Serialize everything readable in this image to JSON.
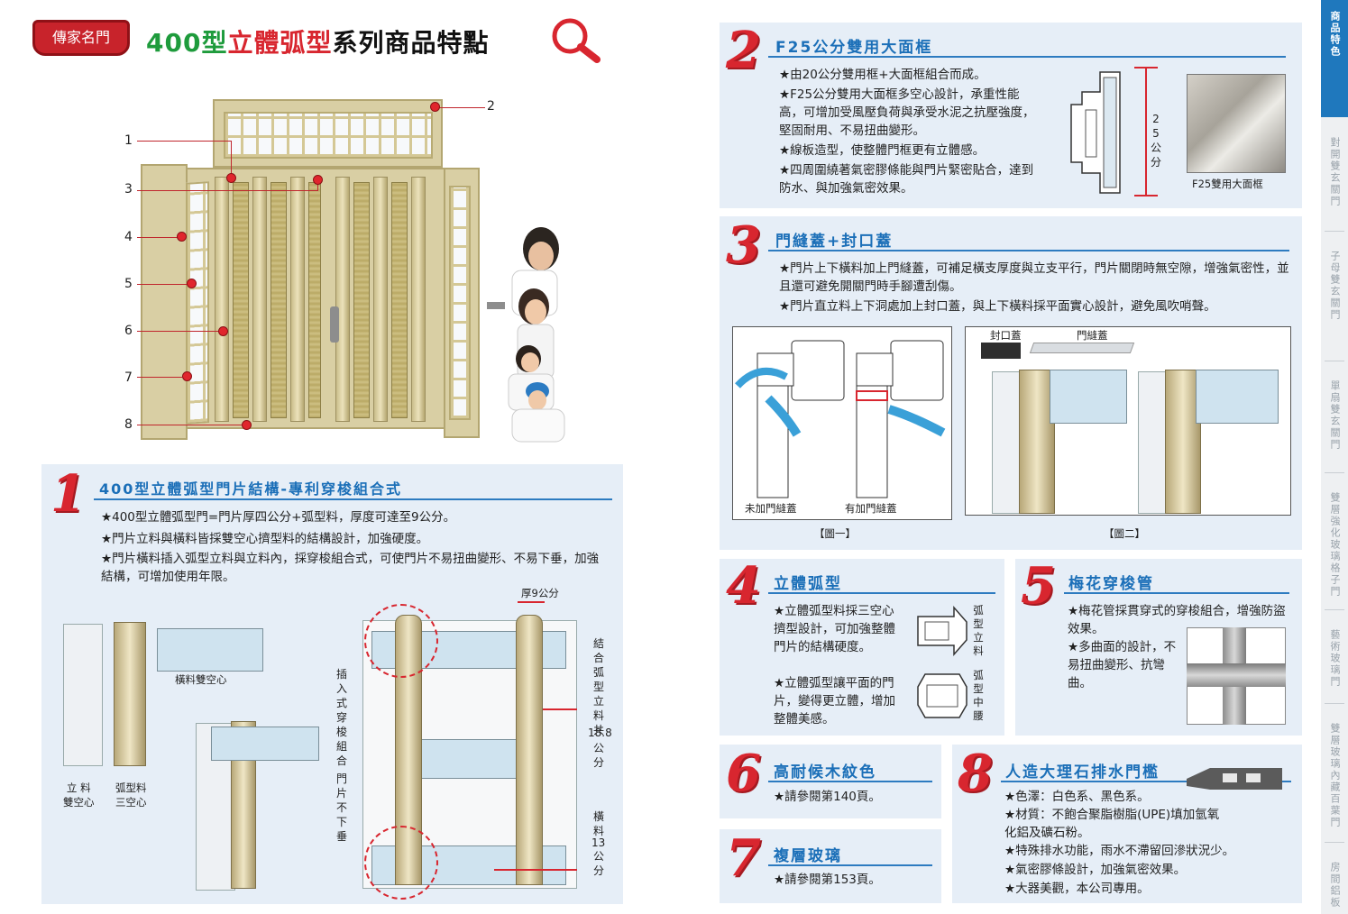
{
  "header": {
    "logo_text": "傳家名門",
    "title_part1": "400型",
    "title_part2": "立體弧型",
    "title_part3": "系列商品特點"
  },
  "door_callouts": [
    "1",
    "2",
    "3",
    "4",
    "5",
    "6",
    "7",
    "8"
  ],
  "section1": {
    "num": "1",
    "title": "400型立體弧型門片結構-專利穿梭組合式",
    "bullets": [
      "★400型立體弧型門=門片厚四公分+弧型料，厚度可達至9公分。",
      "★門片立料與橫料皆採雙空心擠型料的結構設計，加強硬度。",
      "★門片橫料插入弧型立料與立料內，採穿梭組合式，可使門片不易扭曲變形、不易下垂，加強結構，可增加使用年限。"
    ],
    "labels": {
      "horizontal": "橫料雙空心",
      "vertical": "立 料\n雙空心",
      "arc": "弧型料\n三空心",
      "thickness": "厚9公分",
      "insert": "插入式穿梭組合",
      "nosag": "門片不下垂",
      "combined": "結合弧型立料共",
      "combined_val": "18.8",
      "combined_unit": "公分",
      "horiz_beam": "橫料",
      "horiz_val": "13",
      "horiz_unit": "公分"
    }
  },
  "section2": {
    "num": "2",
    "title": "F25公分雙用大面框",
    "bullets": [
      "★由20公分雙用框+大面框組合而成。",
      "★F25公分雙用大面框多空心設計，承重性能高，可增加受風壓負荷與承受水泥之抗壓強度，堅固耐用、不易扭曲變形。",
      "★線板造型，使整體門框更有立體感。",
      "★四周圍繞著氣密膠條能與門片緊密貼合，達到防水、與加強氣密效果。"
    ],
    "dim_label": "25公分",
    "photo_caption": "F25雙用大面框"
  },
  "section3": {
    "num": "3",
    "title": "門縫蓋+封口蓋",
    "bullets": [
      "★門片上下橫料加上門縫蓋，可補足橫支厚度與立支平行，門片關閉時無空隙，增強氣密性，並且還可避免開關門時手腳遭刮傷。",
      "★門片直立料上下洞處加上封口蓋，與上下橫料採平面實心設計，避免風吹哨聲。"
    ],
    "fig1_left": "未加門縫蓋",
    "fig1_right": "有加門縫蓋",
    "fig1_caption": "【圖一】",
    "fig2_cap1": "封口蓋",
    "fig2_cap2": "門縫蓋",
    "fig2_caption": "【圖二】"
  },
  "section4": {
    "num": "4",
    "title": "立體弧型",
    "bullets": [
      "★立體弧型料採三空心擠型設計，可加強整體門片的結構硬度。",
      "★立體弧型讓平面的門片，變得更立體，增加整體美感。"
    ],
    "label1": "弧型立料",
    "label2": "弧型中腰"
  },
  "section5": {
    "num": "5",
    "title": "梅花穿梭管",
    "bullets": [
      "★梅花管採貫穿式的穿梭組合，增強防盜效果。",
      "★多曲面的設計，不易扭曲變形、抗彎曲。"
    ]
  },
  "section6": {
    "num": "6",
    "title": "高耐候木紋色",
    "bullets": [
      "★請參閱第140頁。"
    ]
  },
  "section7": {
    "num": "7",
    "title": "複層玻璃",
    "bullets": [
      "★請參閱第153頁。"
    ]
  },
  "section8": {
    "num": "8",
    "title": "人造大理石排水門檻",
    "bullets": [
      "★色澤：白色系、黑色系。",
      "★材質：不飽合聚脂樹脂(UPE)填加氫氧化鋁及礦石粉。",
      "★特殊排水功能，雨水不滯留回滲狀況少。",
      "★氣密膠條設計，加強氣密效果。",
      "★大器美觀，本公司專用。"
    ]
  },
  "side_tabs": [
    "商品特色",
    "對開雙玄關門",
    "子母雙玄關門",
    "單扇雙玄關門",
    "雙層強化玻璃格子門",
    "藝術玻璃門",
    "雙層玻璃內藏百葉門",
    "房間鋁板"
  ],
  "colors": {
    "accent_blue": "#1f78bd",
    "accent_red": "#d8262f",
    "accent_green": "#1e9b3c",
    "panel": "#e6eef7"
  }
}
